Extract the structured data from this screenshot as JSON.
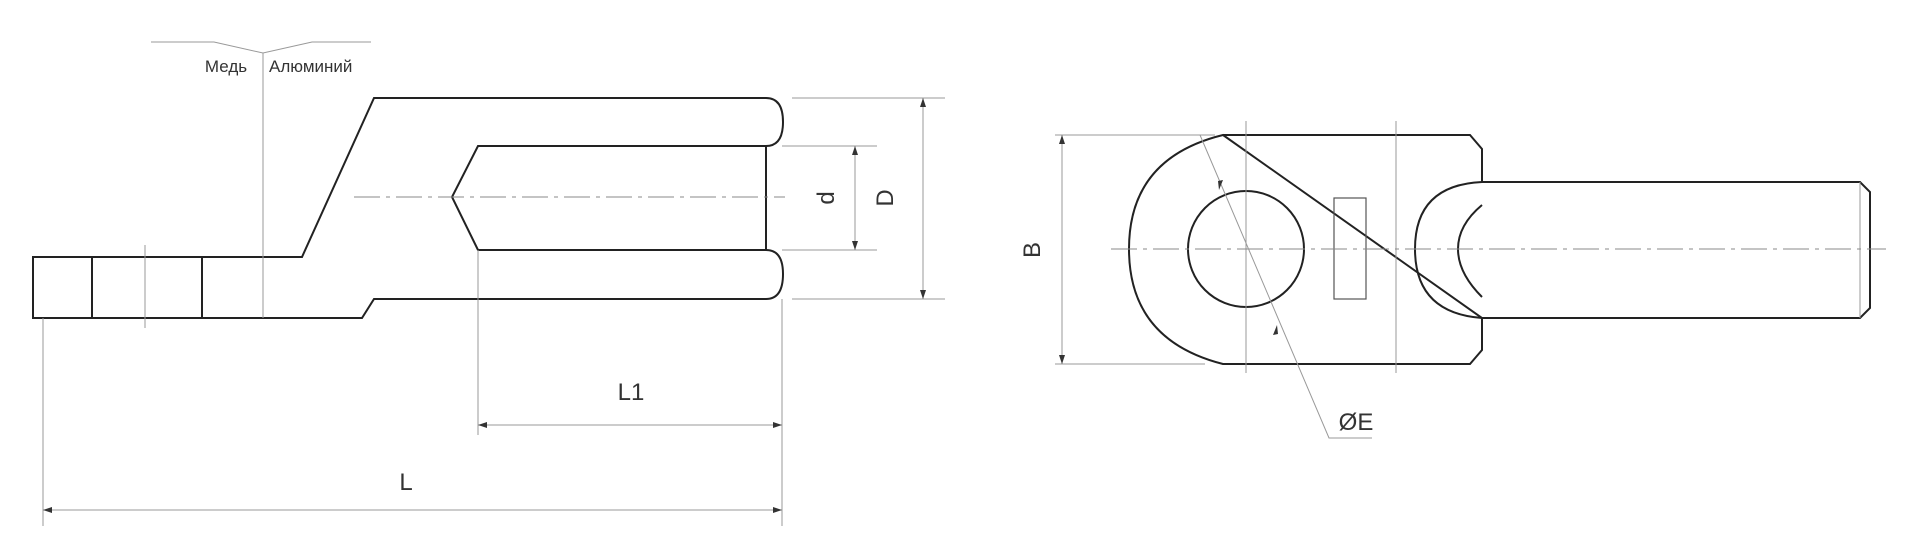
{
  "labels": {
    "copper": "Медь",
    "aluminium": "Алюминий",
    "dim_d": "d",
    "dim_D": "D",
    "dim_L1": "L1",
    "dim_L": "L",
    "dim_B": "B",
    "dim_E": "ØE"
  },
  "colors": {
    "line": "#222222",
    "thin": "#999999",
    "hatch": "#bbbbbb"
  }
}
